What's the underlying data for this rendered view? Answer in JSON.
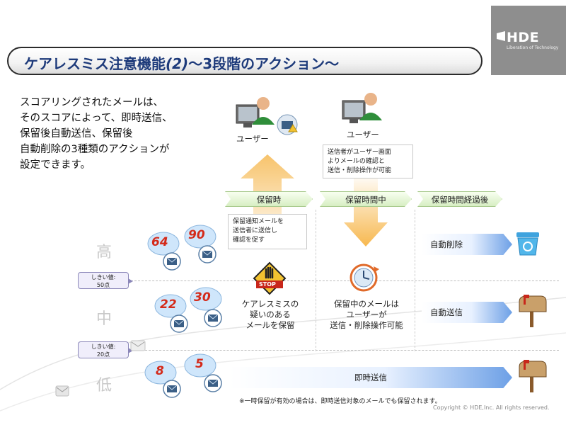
{
  "logo": {
    "brand": "HDE",
    "tagline": "Liberation of Technology"
  },
  "title": {
    "prefix": "ケアレスミス注意機能",
    "number": "(2)",
    "suffix": "～3段階のアクション～"
  },
  "description": "スコアリングされたメールは、\nそのスコアによって、即時送信、\n保留後自動送信、保留後\n自動削除の3種類のアクションが\n設定できます。",
  "levels": {
    "high": "高",
    "mid": "中",
    "low": "低"
  },
  "thresholds": [
    {
      "label": "しきい値:",
      "value": "50点"
    },
    {
      "label": "しきい値:",
      "value": "20点"
    }
  ],
  "scores": [
    "64",
    "90",
    "22",
    "30",
    "8",
    "5"
  ],
  "users": {
    "left": "ユーザー",
    "right": "ユーザー"
  },
  "phases": [
    "保留時",
    "保留時間中",
    "保留時間経過後"
  ],
  "notes": {
    "sender_screen": "送信者がユーザー画面\nよりメールの確認と\n送信・削除操作が可能",
    "hold_notice": "保留通知メールを\n送信者に送信し\n確認を促す"
  },
  "middle": {
    "hold_text": "ケアレスミスの\n疑いのある\nメールを保留",
    "during_text": "保留中のメールは\nユーザーが\n送信・削除操作可能",
    "stop_sign": "STOP"
  },
  "actions": {
    "auto_delete": "自動削除",
    "auto_send": "自動送信",
    "immediate": "即時送信"
  },
  "footnote": "※一時保留が有効の場合は、即時送信対象のメールでも保留されます。",
  "copyright": "Copyright © HDE,Inc. All rights reserved.",
  "colors": {
    "title_text": "#1d3a7a",
    "score": "#d42a1a",
    "arrow_orange": "#f7c36b",
    "arrow_blue": "#6da0e6",
    "phase_green": "#d7eec3"
  }
}
